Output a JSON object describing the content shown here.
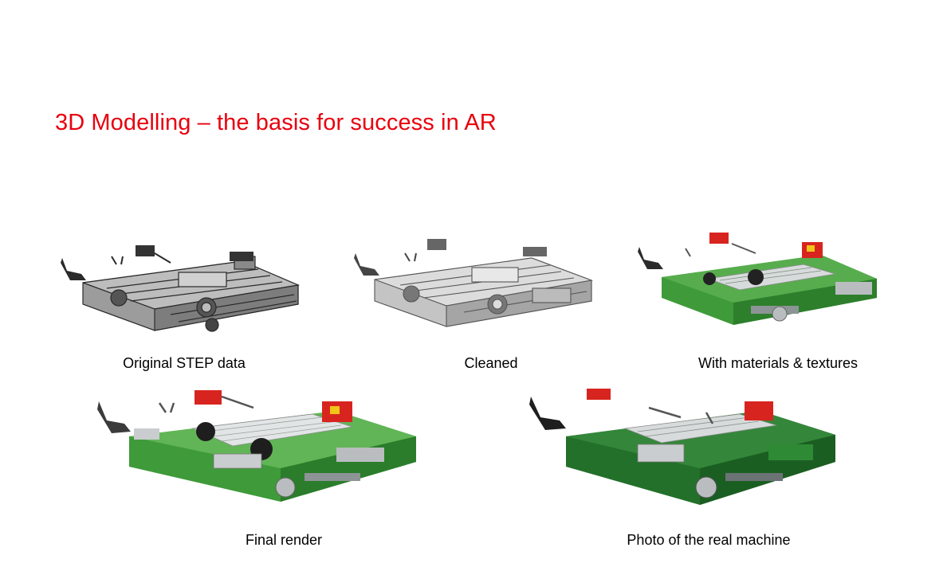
{
  "slide": {
    "title": "3D Modelling – the basis for success in AR"
  },
  "figures": [
    {
      "caption": "Original STEP data",
      "style": "wireframe-dark"
    },
    {
      "caption": "Cleaned",
      "style": "wireframe-light"
    },
    {
      "caption": "With materials & textures",
      "style": "textured"
    },
    {
      "caption": "Final render",
      "style": "render"
    },
    {
      "caption": "Photo of the real machine",
      "style": "photo"
    }
  ],
  "colors": {
    "title": "#e8000d",
    "machine_green": "#3f9a3a",
    "machine_green_dark": "#23702a",
    "accent_red": "#d8241f",
    "steel": "#b9bdc0",
    "wire_dark": "#2a2a2a",
    "wire_light": "#6f6f6f"
  }
}
